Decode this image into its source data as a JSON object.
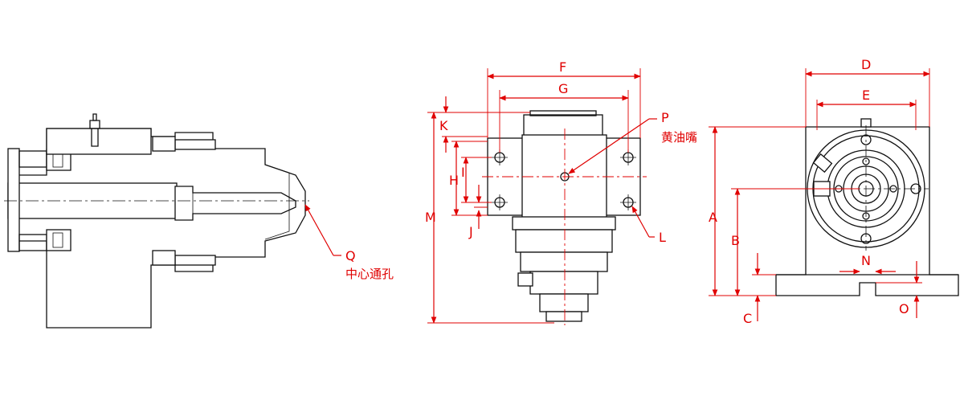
{
  "labels": {
    "A": "A",
    "B": "B",
    "C": "C",
    "D": "D",
    "E": "E",
    "F": "F",
    "G": "G",
    "H": "H",
    "I": "I",
    "J": "J",
    "K": "K",
    "L": "L",
    "M": "M",
    "N": "N",
    "O": "O",
    "P": "P",
    "Q": "Q"
  },
  "annotations": {
    "grease_nipple": "黄油嘴",
    "center_through_hole": "中心通孔"
  },
  "colors": {
    "dimension": "#e00000",
    "outline": "#111111"
  }
}
